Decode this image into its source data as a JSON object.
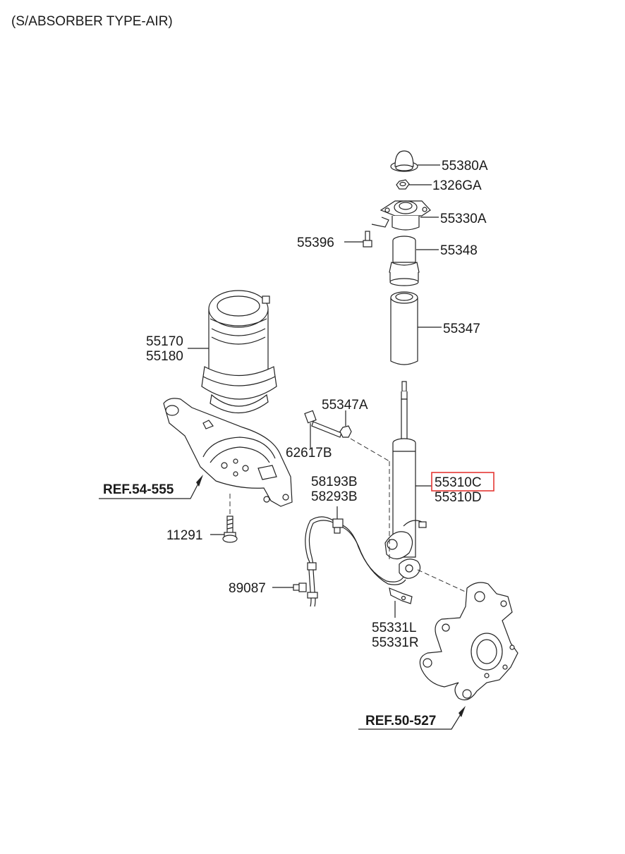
{
  "title": "(S/ABSORBER TYPE-AIR)",
  "parts": {
    "p55380A": "55380A",
    "p1326GA": "1326GA",
    "p55330A": "55330A",
    "p55396": "55396",
    "p55348": "55348",
    "p55347": "55347",
    "p55170": "55170",
    "p55180": "55180",
    "p55347A": "55347A",
    "p62617B": "62617B",
    "p58193B": "58193B",
    "p58293B": "58293B",
    "p55310C": "55310C",
    "p55310D": "55310D",
    "p11291": "11291",
    "p89087": "89087",
    "p55331L": "55331L",
    "p55331R": "55331R"
  },
  "refs": {
    "lower_arm": "REF.54-555",
    "knuckle": "REF.50-527"
  },
  "highlight_color": "#e53935"
}
